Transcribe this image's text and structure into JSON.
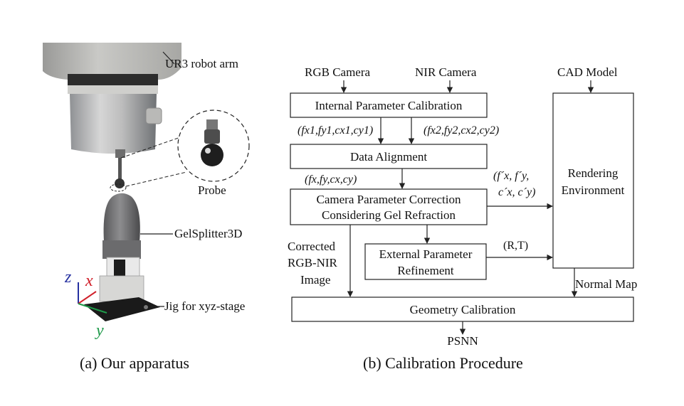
{
  "apparatus": {
    "label_robot": "UR3 robot arm",
    "label_probe": "Probe",
    "label_sensor": "GelSplitter3D",
    "label_jig": "Jig for xyz-stage",
    "axis_z": "z",
    "axis_x": "x",
    "axis_y": "y",
    "caption": "(a) Our apparatus"
  },
  "procedure": {
    "rgb_camera": "RGB Camera",
    "nir_camera": "NIR Camera",
    "cad_model": "CAD Model",
    "internal_calibration": "Internal Parameter Calibration",
    "params_rgb": "(fx1,fy1,cx1,cy1)",
    "params_nir": "(fx2,fy2,cx2,cy2)",
    "data_alignment": "Data Alignment",
    "params_aligned": "(fx,fy,cx,cy)",
    "correction_line1": "Camera Parameter Correction",
    "correction_line2": "Considering Gel Refraction",
    "params_corrected_line1": "(f´x, f´y,",
    "params_corrected_line2": "c´x, c´y)",
    "rendering_line1": "Rendering",
    "rendering_line2": "Environment",
    "corrected_line1": "Corrected",
    "corrected_line2": "RGB-NIR",
    "corrected_line3": "Image",
    "external_line1": "External Parameter",
    "external_line2": "Refinement",
    "rt": "(R,T)",
    "normal_map": "Normal Map",
    "geometry_calibration": "Geometry Calibration",
    "psnn": "PSNN",
    "caption": "(b) Calibration Procedure"
  },
  "colors": {
    "axis_x": "#d0202a",
    "axis_y": "#1f9a4a",
    "axis_z": "#2530a0"
  }
}
